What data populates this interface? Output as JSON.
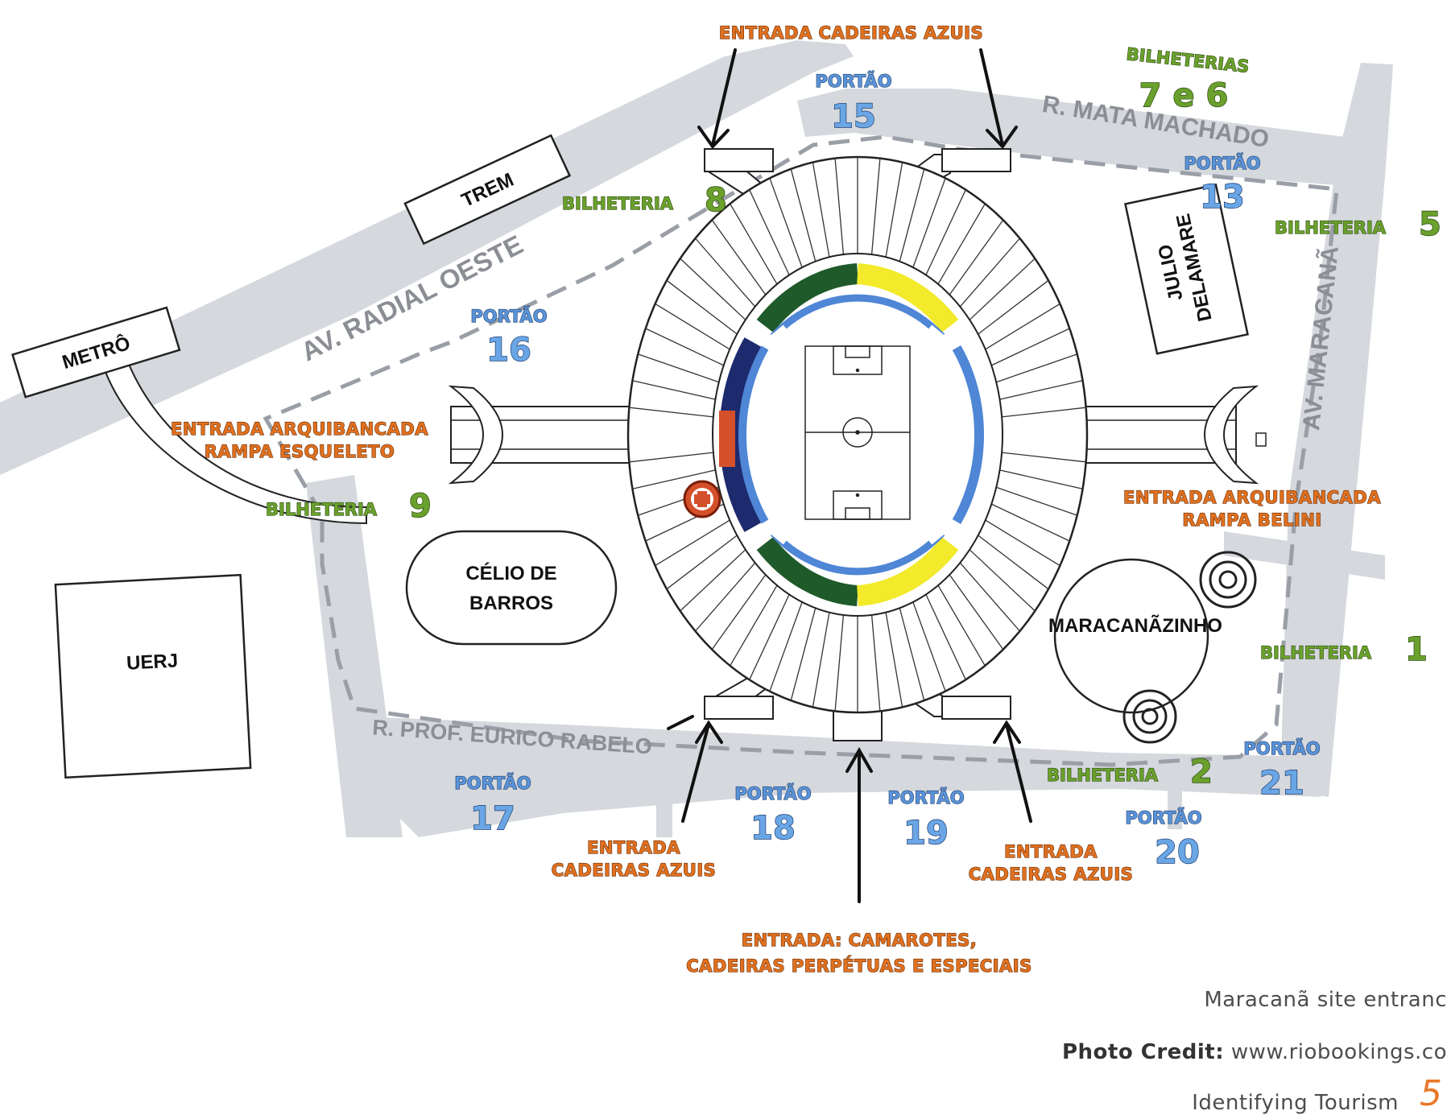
{
  "map": {
    "streets": {
      "radial_oeste": "AV. RADIAL OESTE",
      "mata_machado": "R. MATA MACHADO",
      "maracana": "AV. MARACANÃ",
      "eurico_rabelo": "R. PROF. EURICO RABELO"
    },
    "buildings": {
      "metro": "METRÔ",
      "trem": "TREM",
      "julio_line1": "JULIO",
      "julio_line2": "DELAMARE",
      "celio_line1": "CÉLIO DE",
      "celio_line2": "BARROS",
      "uerj": "UERJ",
      "maracanazinho": "MARACANÃZINHO"
    },
    "gate_word": "PORTÃO",
    "gates": {
      "g15": "15",
      "g13": "13",
      "g16": "16",
      "g17": "17",
      "g18": "18",
      "g19": "19",
      "g20": "20",
      "g21": "21"
    },
    "ticket_word": "BILHETERIA",
    "ticket_plural": "BILHETERIAS",
    "tickets": {
      "t8": "8",
      "t5": "5",
      "t9": "9",
      "t1": "1",
      "t2": "2",
      "t76": "7 e 6"
    },
    "entrances": {
      "azuis_top": "ENTRADA CADEIRAS AZUIS",
      "esqueleto_1": "ENTRADA ARQUIBANCADA",
      "esqueleto_2": "RAMPA ESQUELETO",
      "belini_1": "ENTRADA ARQUIBANCADA",
      "belini_2": "RAMPA BELINI",
      "azuis_bl_1": "ENTRADA",
      "azuis_bl_2": "CADEIRAS AZUIS",
      "azuis_br_1": "ENTRADA",
      "azuis_br_2": "CADEIRAS AZUIS",
      "camarotes_1": "ENTRADA: CAMAROTES,",
      "camarotes_2": "CADEIRAS PERPÉTUAS E ESPECIAIS"
    },
    "colors": {
      "road": "#d5d8dd",
      "dashed_boundary": "#9a9ea6",
      "orange": "#e0701f",
      "green": "#6aa02c",
      "blue": "#5a93d8",
      "stand_blue": "#4f86d6",
      "stand_navy": "#1e2a6e",
      "stand_green": "#1f5a2a",
      "stand_yellow": "#f2ea2a",
      "stand_red": "#d4502a"
    }
  },
  "caption": {
    "line1": "Maracanã site entranc",
    "credit_label": "Photo Credit:",
    "credit_value": " www.riobookings.co",
    "line3": "Identifying Tourism",
    "page_number": "5"
  }
}
